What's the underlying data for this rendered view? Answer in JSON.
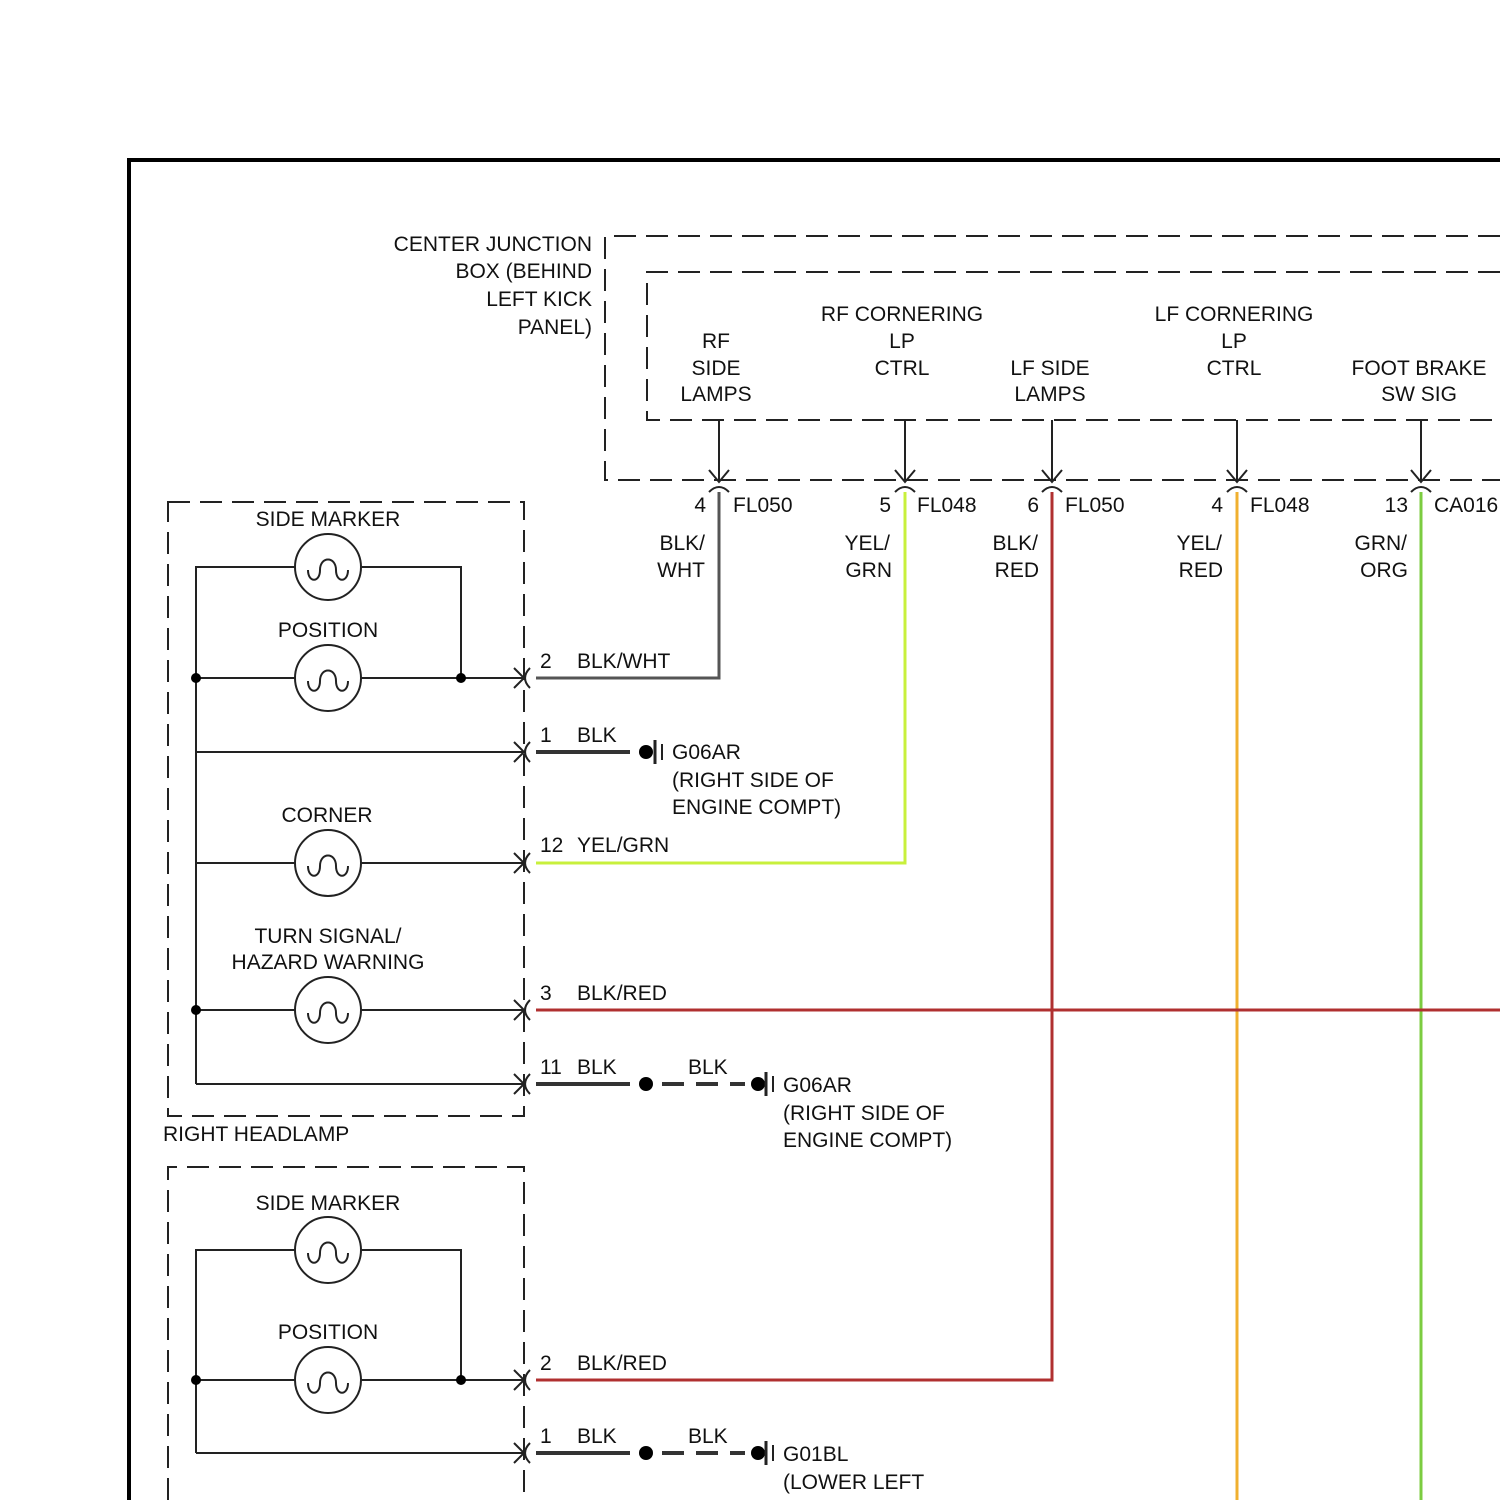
{
  "colors": {
    "blk_wht": "#555555",
    "blk": "#333333",
    "yel_grn": "#c8f03c",
    "blk_red": "#b03030",
    "yel_red": "#f0b030",
    "grn_org": "#7ccc40",
    "red": "#e04040"
  },
  "junction_box": {
    "label": [
      "CENTER JUNCTION",
      "BOX (BEHIND",
      "LEFT KICK",
      "PANEL)"
    ],
    "functions": [
      {
        "lines": [
          "RF",
          "SIDE",
          "LAMPS"
        ],
        "pin": "4",
        "connector": "FL050",
        "wire": [
          "BLK/",
          "WHT"
        ]
      },
      {
        "lines": [
          "RF CORNERING",
          "LP",
          "CTRL"
        ],
        "pin": "5",
        "connector": "FL048",
        "wire": [
          "YEL/",
          "GRN"
        ]
      },
      {
        "lines": [
          "LF SIDE",
          "LAMPS"
        ],
        "pin": "6",
        "connector": "FL050",
        "wire": [
          "BLK/",
          "RED"
        ]
      },
      {
        "lines": [
          "LF CORNERING",
          "LP",
          "CTRL"
        ],
        "pin": "4",
        "connector": "FL048",
        "wire": [
          "YEL/",
          "RED"
        ]
      },
      {
        "lines": [
          "FOOT BRAKE",
          "SW SIG"
        ],
        "pin": "13",
        "connector": "CA016",
        "wire": [
          "GRN/",
          "ORG"
        ]
      }
    ]
  },
  "right_headlamp": {
    "label": "RIGHT HEADLAMP",
    "bulbs": [
      "SIDE MARKER",
      "POSITION",
      "CORNER",
      "TURN SIGNAL/",
      "HAZARD WARNING"
    ],
    "pins": [
      {
        "pin": "2",
        "wire": "BLK/WHT"
      },
      {
        "pin": "1",
        "wire": "BLK"
      },
      {
        "pin": "12",
        "wire": "YEL/GRN"
      },
      {
        "pin": "3",
        "wire": "BLK/RED"
      },
      {
        "pin": "11",
        "wire": "BLK",
        "wire2": "BLK"
      }
    ]
  },
  "grounds": [
    {
      "id": "G06AR",
      "lines": [
        "(RIGHT SIDE OF",
        "ENGINE COMPT)"
      ]
    },
    {
      "id": "G06AR",
      "lines": [
        "(RIGHT SIDE OF",
        "ENGINE COMPT)"
      ]
    },
    {
      "id": "G01BL",
      "lines": [
        "(LOWER LEFT"
      ]
    }
  ],
  "second_lamp": {
    "bulbs": [
      "SIDE MARKER",
      "POSITION"
    ],
    "pins": [
      {
        "pin": "2",
        "wire": "BLK/RED"
      },
      {
        "pin": "1",
        "wire": "BLK",
        "wire2": "BLK"
      }
    ]
  }
}
